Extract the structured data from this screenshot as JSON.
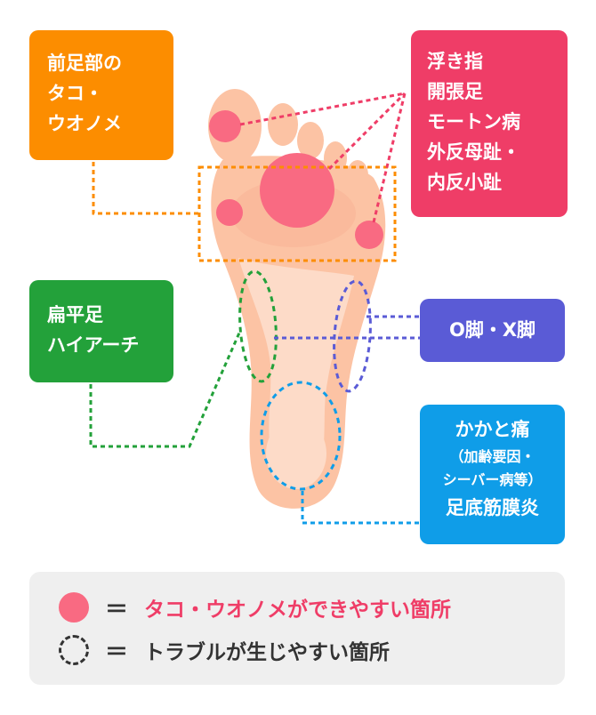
{
  "boxes": {
    "forefoot": {
      "lines": [
        "前足部の",
        "タコ・",
        "ウオノメ"
      ],
      "color": "#fc8d00"
    },
    "toe": {
      "lines": [
        "浮き指",
        "開張足",
        "モートン病",
        "外反母趾・",
        "内反小趾"
      ],
      "color": "#ef3d67"
    },
    "flat": {
      "lines": [
        "扁平足",
        "ハイアーチ"
      ],
      "color": "#23a13a"
    },
    "leg": {
      "lines": [
        "O脚・X脚"
      ],
      "color": "#5a5bd6"
    },
    "heel": {
      "title": "かかと痛",
      "sub": [
        "（加齢要因・",
        "シーバー病等）"
      ],
      "bottom": "足底筋膜炎",
      "color": "#0f9de8"
    }
  },
  "legend": {
    "corn_text": "タコ・ウオノメができやすい箇所",
    "trouble_text": "トラブルが生じやすい箇所",
    "equals": "＝",
    "corn_color": "#f96a82",
    "text_accent": "#ef3d67"
  },
  "colors": {
    "skin_light": "#fddbc8",
    "skin_mid": "#fcc3a4",
    "skin_dark": "#f8b092",
    "corn": "#f96a82",
    "orange": "#fc8d00",
    "green": "#23a13a",
    "purple": "#5a5bd6",
    "blue": "#0f9de8",
    "red": "#ef3d67"
  }
}
